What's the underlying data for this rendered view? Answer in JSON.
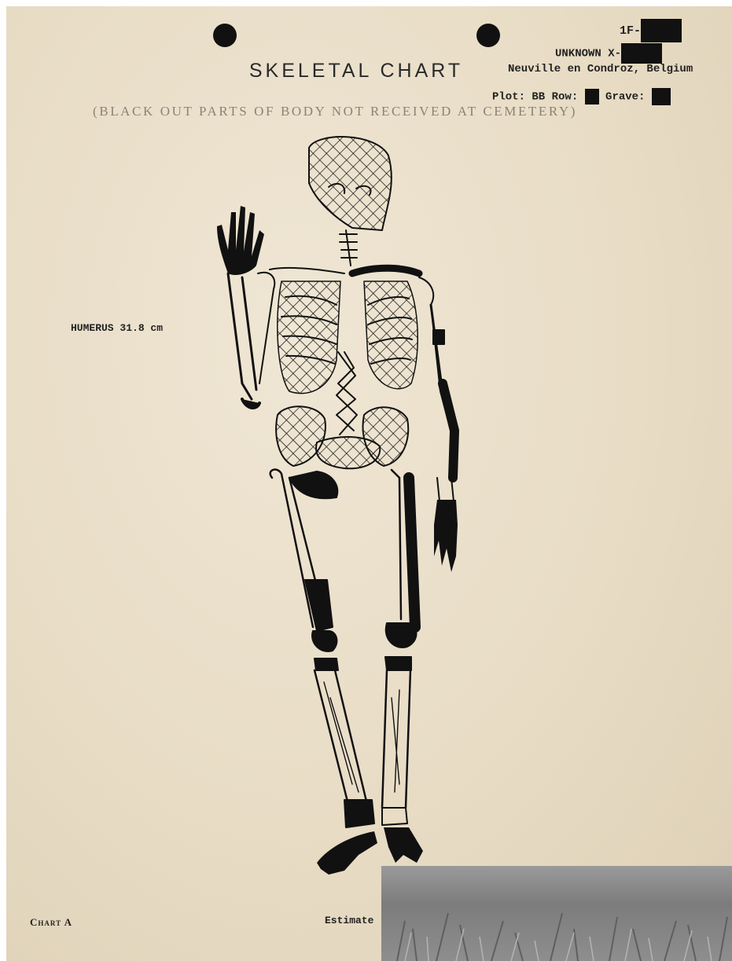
{
  "document": {
    "title": "SKELETAL CHART",
    "instruction": "(BLACK OUT PARTS OF BODY NOT RECEIVED AT CEMETERY)",
    "case_prefix": "1F-",
    "case_status": "UNKNOWN X-",
    "location": "Neuville en Condroz, Belgium",
    "plot_label": "Plot: BB",
    "row_label": "Row:",
    "grave_label": "Grave:",
    "humerus_note": "HUMERUS 31.8 cm",
    "chart_label": "Chart   A",
    "estimate_fragment": "Estimate"
  },
  "colors": {
    "paper": "#e8dcc5",
    "ink": "#111111",
    "faded_ink": "#8a8376"
  }
}
